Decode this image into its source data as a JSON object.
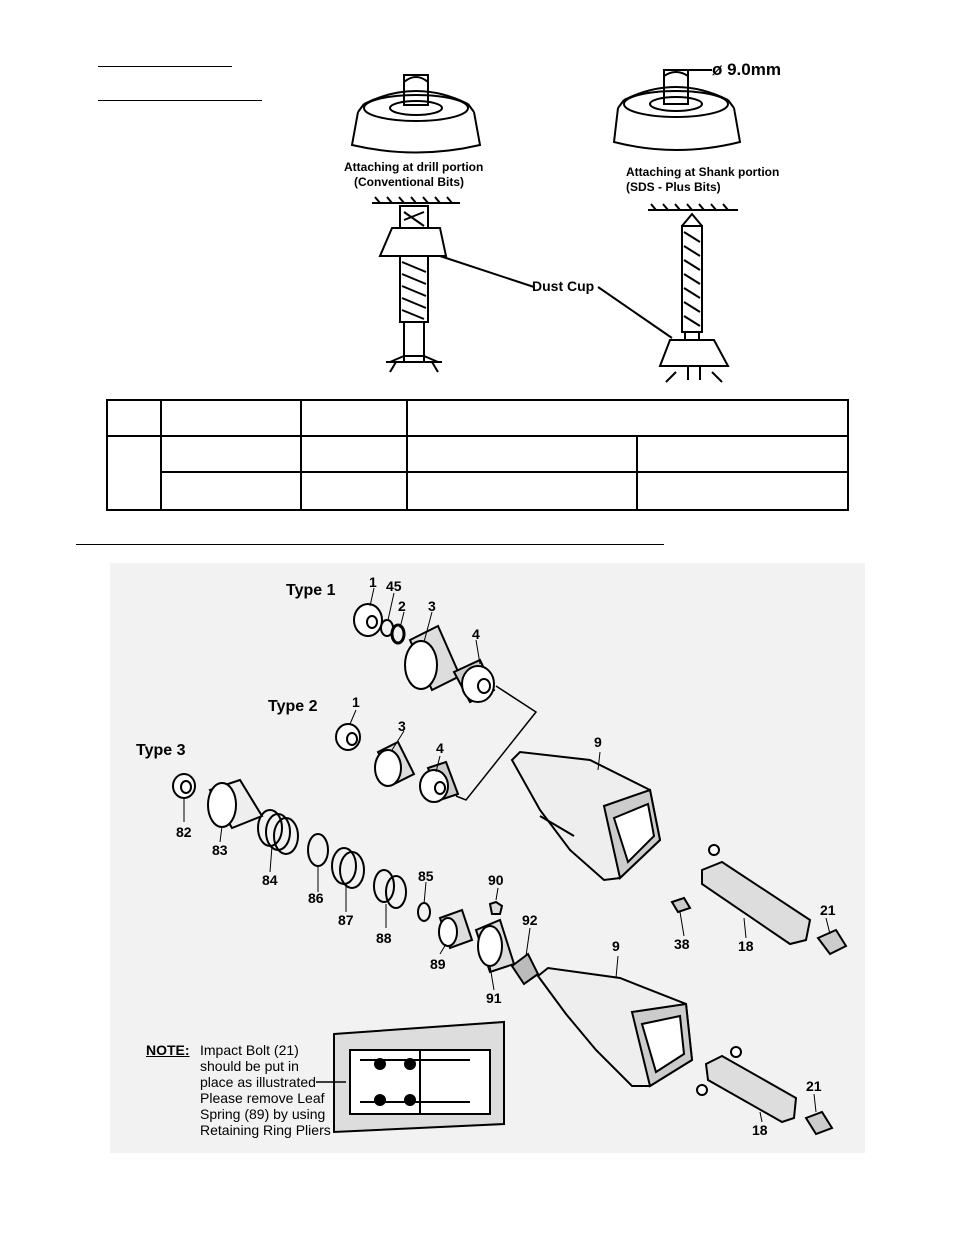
{
  "top_figure": {
    "dimension_label": "ø 9.0mm",
    "caption_left": [
      "Attaching at drill portion",
      "(Conventional Bits)"
    ],
    "caption_right": [
      "Attaching at Shank portion",
      "(SDS - Plus Bits)"
    ],
    "dust_cup_label": "Dust Cup"
  },
  "spec_table": {
    "rows": 3,
    "cells": []
  },
  "exploded_view": {
    "type_labels": [
      "Type 1",
      "Type 2",
      "Type 3"
    ],
    "part_numbers": {
      "p1a": "1",
      "p45": "45",
      "p2": "2",
      "p3a": "3",
      "p4a": "4",
      "p1b": "1",
      "p3b": "3",
      "p4b": "4",
      "p82": "82",
      "p83": "83",
      "p84": "84",
      "p86": "86",
      "p87": "87",
      "p85": "85",
      "p88": "88",
      "p89": "89",
      "p90": "90",
      "p91": "91",
      "p92": "92",
      "p9a": "9",
      "p38": "38",
      "p18a": "18",
      "p21a": "21",
      "p9b": "9",
      "p18b": "18",
      "p21b": "21"
    },
    "note": {
      "heading": "NOTE:",
      "lines": [
        "Impact Bolt (21)",
        "should be put in",
        "place as illustrated",
        "Please remove Leaf",
        "Spring (89) by using",
        "Retaining Ring Pliers"
      ]
    }
  }
}
